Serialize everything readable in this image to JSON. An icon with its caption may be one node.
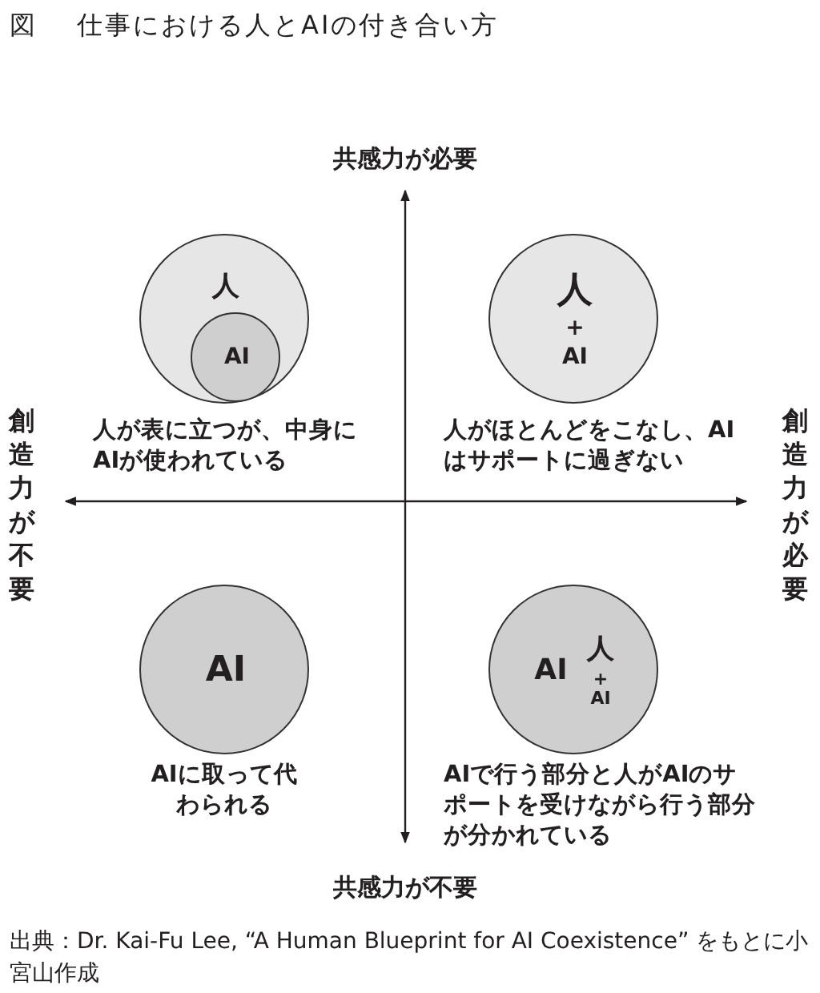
{
  "diagram": {
    "title": "仕事における人とAIの付き合い方",
    "caption": "出典：Dr. Kai-Fu Lee, “A Human Blueprint for AI Coexistence” をもとに小宮山作成",
    "nodes": [
      {
        "text": [
          "人"
        ],
        "beside": [
          "人が表に立つが、中身にAIが使われている"
        ]
      },
      {
        "text": [
          "AI"
        ],
        "in": 0
      },
      {
        "text": [
          "人",
          "+",
          "AI"
        ],
        "beside": [
          "人がほとんどをこなし、AIはサポートに過ぎない"
        ]
      },
      {
        "text": [
          "AI"
        ],
        "beside": [
          "AIに取って代わられる"
        ]
      },
      {
        "text": [
          "AI",
          "人",
          "+",
          "AI"
        ],
        "beside": [
          "AIで行う部分と人がAIのサポートを受けながら行う部分が分かれている"
        ]
      }
    ],
    "edges": [],
    "labels": [
      "図",
      "共感力が必要",
      "創造力が不要",
      "創造力が必要",
      "共感力が不要"
    ]
  }
}
